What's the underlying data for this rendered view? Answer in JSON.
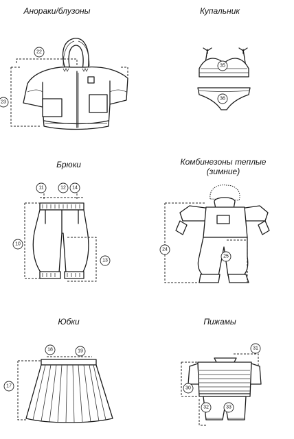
{
  "sections": {
    "anoraks": {
      "title": "Анораки/блузоны",
      "numbers": [
        "22",
        "23"
      ]
    },
    "swimsuit": {
      "title": "Купальник",
      "numbers": [
        "35",
        "36"
      ]
    },
    "trousers": {
      "title": "Брюки",
      "numbers": [
        "11",
        "12",
        "14",
        "10",
        "13"
      ]
    },
    "overalls": {
      "title_line1": "Комбинезоны теплые",
      "title_line2": "(зимние)",
      "numbers": [
        "24",
        "25"
      ]
    },
    "skirts": {
      "title": "Юбки",
      "numbers": [
        "18",
        "19",
        "17"
      ]
    },
    "pajamas": {
      "title": "Пижамы",
      "numbers": [
        "31",
        "30",
        "32",
        "33"
      ]
    }
  }
}
